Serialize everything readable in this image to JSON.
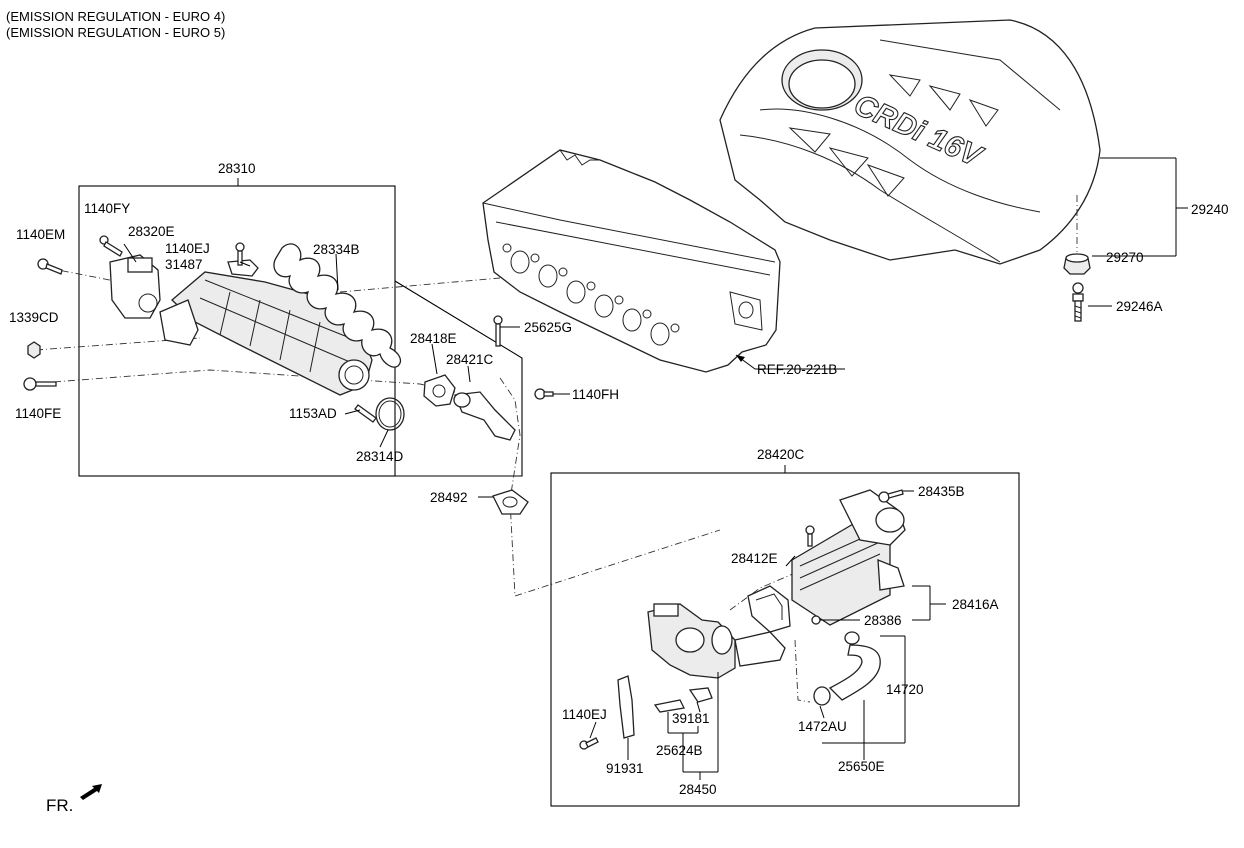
{
  "header": {
    "line1": "(EMISSION REGULATION - EURO 4)",
    "line2": "(EMISSION REGULATION - EURO 5)"
  },
  "engine_cover_text": "CRDi 16V",
  "front_indicator": "FR.",
  "reference": "REF.20-221B",
  "labels": {
    "p28310": "28310",
    "p1140FY": "1140FY",
    "p28320E": "28320E",
    "p1140EJ_a": "1140EJ",
    "p31487": "31487",
    "p28334B": "28334B",
    "p1140EM": "1140EM",
    "p1339CD": "1339CD",
    "p1140FE": "1140FE",
    "p28418E": "28418E",
    "p28421C": "28421C",
    "p1153AD": "1153AD",
    "p28314D": "28314D",
    "p25625G": "25625G",
    "p1140FH": "1140FH",
    "p28492": "28492",
    "p29240": "29240",
    "p29270": "29270",
    "p29246A": "29246A",
    "p28420C": "28420C",
    "p28435B": "28435B",
    "p28412E": "28412E",
    "p28416A": "28416A",
    "p28386": "28386",
    "p14720": "14720",
    "p1472AU": "1472AU",
    "p25650E": "25650E",
    "p1140EJ_b": "1140EJ",
    "p39181": "39181",
    "p25624B": "25624B",
    "p91931": "91931",
    "p28450": "28450"
  }
}
